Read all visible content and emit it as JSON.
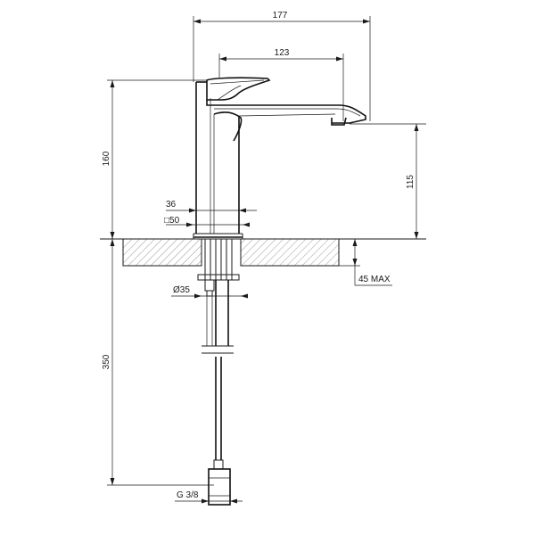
{
  "drawing": {
    "dimensions": {
      "overall_width": "177",
      "spout_reach": "123",
      "overall_height": "160",
      "spout_height": "115",
      "body_width": "36",
      "base_square": "□50",
      "hole_diameter": "Ø35",
      "max_deck_thickness": "45 MAX",
      "hose_length": "350",
      "connection_thread": "G 3/8"
    }
  }
}
